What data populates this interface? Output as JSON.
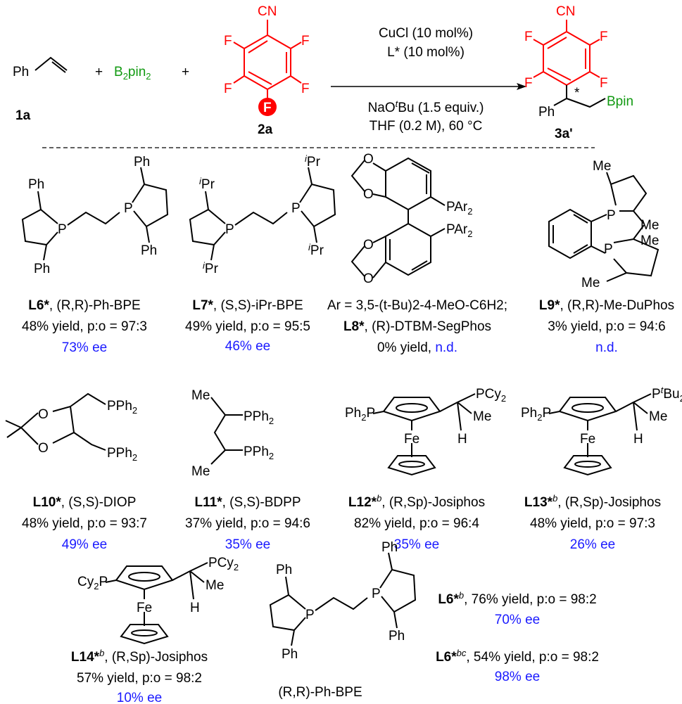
{
  "colors": {
    "highlight_red": "#ff0000",
    "reagent_green": "#129a12",
    "ee_blue": "#1a1aff"
  },
  "reaction": {
    "styrene": {
      "label": "Ph",
      "id": "1a"
    },
    "plus": "+",
    "b2pin2": {
      "b": "B",
      "sub": "2",
      "pin": "pin",
      "sub2": "2"
    },
    "arene": {
      "cn": "CN",
      "f": "F",
      "id": "2a"
    },
    "conditions": {
      "line1": "CuCl (10 mol%)",
      "line2": "L* (10 mol%)",
      "line3_pre": "NaO",
      "line3_sup": "t",
      "line3_post": "Bu (1.5 equiv.)",
      "line4": "THF (0.2 M), 60 °C"
    },
    "product": {
      "cn": "CN",
      "f": "F",
      "ph": "Ph",
      "star": "*",
      "bpin": "Bpin",
      "id": "3a'"
    }
  },
  "atoms": {
    "P": "P",
    "Ph": "Ph",
    "Me": "Me",
    "O": "O",
    "Fe": "Fe",
    "H": "H",
    "iPr_sup": "i",
    "iPr": "Pr",
    "PAr2": "PAr",
    "two": "2",
    "PPh2": "PPh",
    "PCy2": "PCy",
    "Ph2P": "Ph",
    "Ph2P_P": "P",
    "Cy2P": "Cy",
    "PtBu2_sup": "t",
    "PtBu2": "Bu",
    "Me_hash": "Me"
  },
  "ligands": {
    "L6": {
      "id": "L6*",
      "config": ", (R,R)-Ph-BPE",
      "result": "48% yield, p:o = 97:3",
      "ee": "73% ee"
    },
    "L7": {
      "id": "L7*",
      "config": ", (S,S)-iPr-BPE",
      "result": "49% yield, p:o = 95:5",
      "ee": "46% ee"
    },
    "L8": {
      "ar_def": "Ar = 3,5-(t-Bu)2-4-MeO-C6H2;",
      "id": "L8*",
      "config": ", (R)-DTBM-SegPhos",
      "result": "0% yield, ",
      "ee": "n.d."
    },
    "L9": {
      "id": "L9*",
      "config": ", (R,R)-Me-DuPhos",
      "result": "3% yield, p:o = 94:6",
      "ee": "n.d."
    },
    "L10": {
      "id": "L10*",
      "config": ", (S,S)-DIOP",
      "result": "48% yield, p:o = 93:7",
      "ee": "49% ee"
    },
    "L11": {
      "id": "L11*",
      "config": ", (S,S)-BDPP",
      "result": "37% yield, p:o = 94:6",
      "ee": "35% ee"
    },
    "L12": {
      "id": "L12*",
      "sup": "b",
      "config": ", (R,Sp)-Josiphos",
      "result": "82% yield, p:o = 96:4",
      "ee": "35% ee"
    },
    "L13": {
      "id": "L13*",
      "sup": "b",
      "config": ", (R,Sp)-Josiphos",
      "result": "48% yield, p:o = 97:3",
      "ee": "26% ee"
    },
    "L14": {
      "id": "L14*",
      "sup": "b",
      "config": ", (R,Sp)-Josiphos",
      "result": "57% yield, p:o = 98:2",
      "ee": "10% ee"
    },
    "bpe_label": "(R,R)-Ph-BPE",
    "L6b": {
      "id": "L6*",
      "sup": "b",
      "result": ", 76% yield, p:o = 98:2",
      "ee": "70% ee"
    },
    "L6bc": {
      "id": "L6*",
      "sup": "bc",
      "result": ", 54% yield, p:o = 98:2",
      "ee": "98% ee"
    }
  }
}
